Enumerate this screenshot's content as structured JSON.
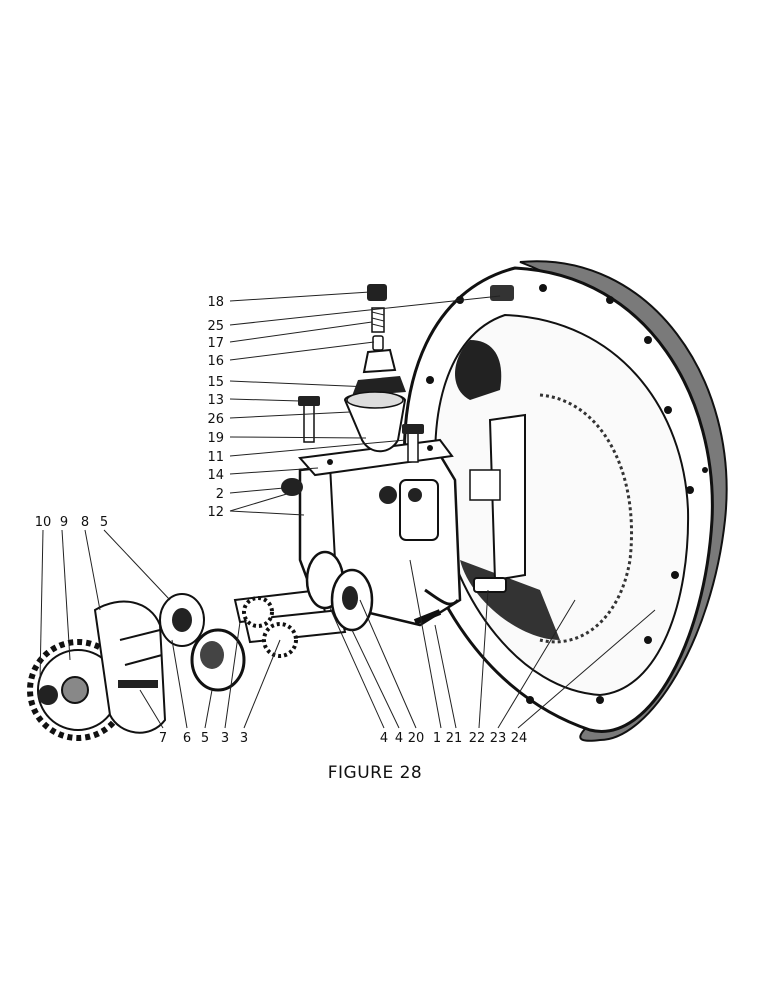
{
  "caption": "FIGURE 28",
  "callouts_left": [
    "18",
    "25",
    "17",
    "16",
    "15",
    "13",
    "26",
    "19",
    "11",
    "14",
    "2",
    "12"
  ],
  "callouts_top": [
    "10",
    "9",
    "8",
    "5"
  ],
  "callouts_bottom": [
    "7",
    "6",
    "5",
    "3",
    "3",
    "4",
    "4",
    "20",
    "1",
    "21",
    "22",
    "23",
    "24"
  ],
  "colors": {
    "ink": "#111111",
    "paper": "#ffffff",
    "shade": "#8a8a8a"
  }
}
